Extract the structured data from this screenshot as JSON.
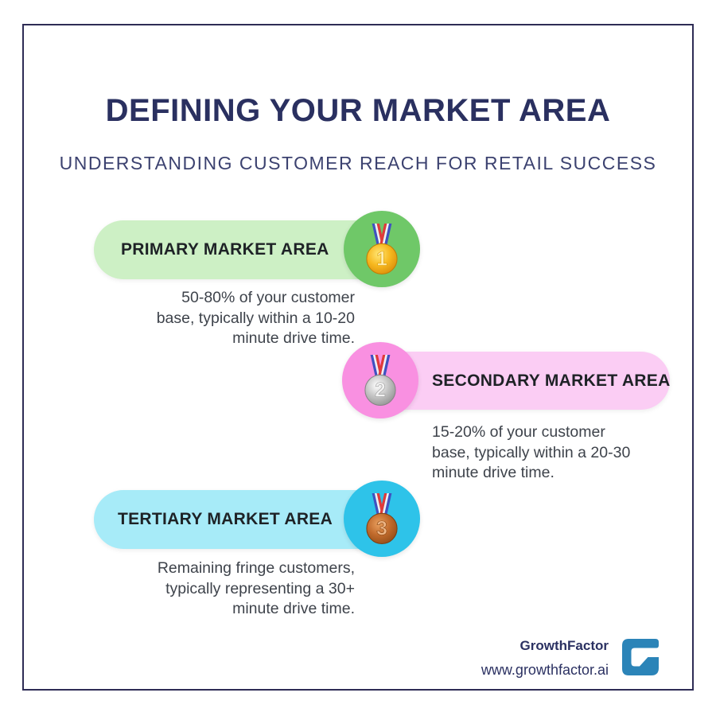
{
  "card": {
    "title": "DEFINING YOUR MARKET AREA",
    "subtitle": "UNDERSTANDING CUSTOMER REACH FOR RETAIL SUCCESS",
    "border_color": "#2e2c55",
    "background_color": "#ffffff",
    "title_color": "#2a3060"
  },
  "sections": [
    {
      "label": "PRIMARY MARKET AREA",
      "rank": "1",
      "medal_icon": "gold-medal-icon",
      "pill_color": "#cdf0c5",
      "circle_color": "#6fc868",
      "description_lines": [
        "50-80% of your customer",
        "base, typically within a 10-20",
        "minute drive time."
      ]
    },
    {
      "label": "SECONDARY MARKET AREA",
      "rank": "2",
      "medal_icon": "silver-medal-icon",
      "pill_color": "#fbcdf4",
      "circle_color": "#f990e1",
      "description_lines": [
        "15-20% of your customer",
        "base, typically within a 20-30",
        "minute drive time."
      ]
    },
    {
      "label": "TERTIARY MARKET AREA",
      "rank": "3",
      "medal_icon": "bronze-medal-icon",
      "pill_color": "#a7ebf8",
      "circle_color": "#2ec3e9",
      "description_lines": [
        "Remaining fringe customers,",
        "typically representing a 30+",
        "minute drive time."
      ]
    }
  ],
  "footer": {
    "brand": "GrowthFactor",
    "website": "www.growthfactor.ai",
    "logo_icon": "growthfactor-g-logo",
    "logo_color": "#2b84b8"
  }
}
